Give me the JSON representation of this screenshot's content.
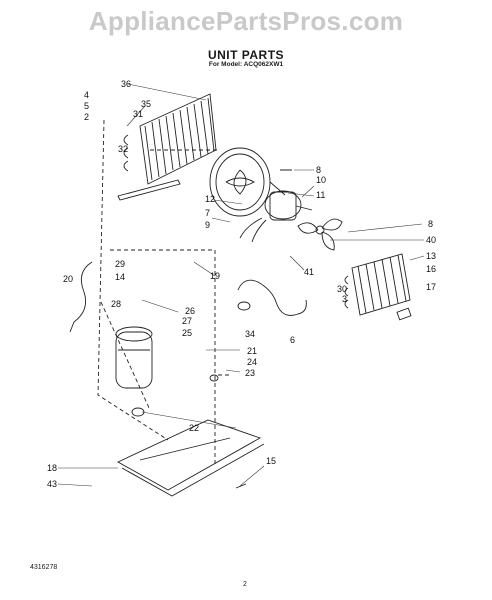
{
  "watermark": "AppliancePartsPros.com",
  "title": "UNIT PARTS",
  "model": "For Model: ACQ062XW1",
  "footer_code": "4316278",
  "page_number": "2",
  "callouts": [
    "4",
    "5",
    "2",
    "36",
    "35",
    "31",
    "32",
    "8",
    "10",
    "11",
    "12",
    "7",
    "9",
    "8",
    "40",
    "13",
    "16",
    "41",
    "17",
    "30",
    "3",
    "19",
    "20",
    "29",
    "14",
    "28",
    "26",
    "27",
    "25",
    "34",
    "6",
    "21",
    "24",
    "23",
    "22",
    "18",
    "43",
    "15"
  ]
}
